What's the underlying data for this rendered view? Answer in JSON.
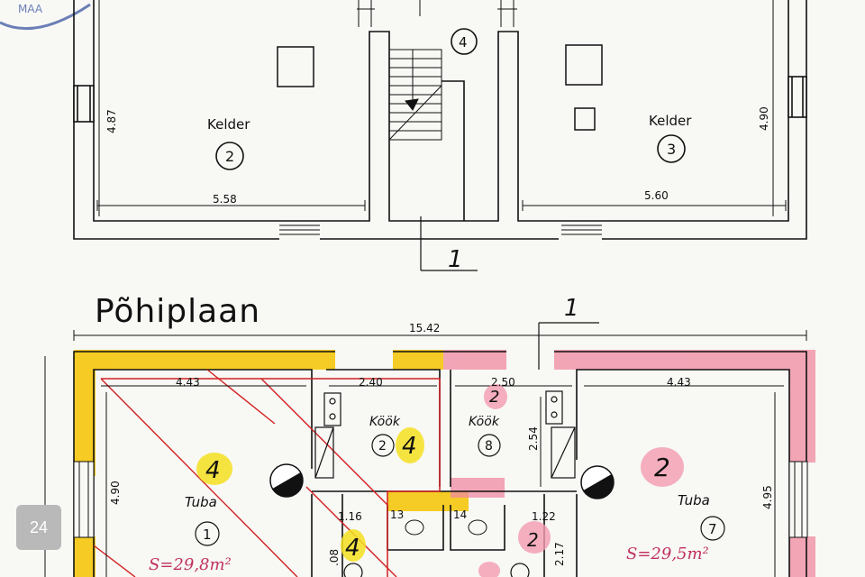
{
  "stamp_text": "MAA",
  "page_number": "24",
  "basement": {
    "room_left": {
      "name": "Kelder",
      "number": "2"
    },
    "room_right": {
      "name": "Kelder",
      "number": "3"
    },
    "stair_number": "4",
    "dim_left_height": "4.87",
    "dim_right_height": "4.90",
    "dim_left_width": "5.58",
    "dim_right_width": "5.60",
    "section_marker": "1"
  },
  "main_plan": {
    "title": "Põhiplaan",
    "section_marker": "1",
    "overall_width": "15.42",
    "dim_left_room": "4.43",
    "dim_kitchen_left": "2.40",
    "dim_kitchen_right": "2.50",
    "dim_right_room": "4.43",
    "dim_left_height": "4.90",
    "dim_right_height": "4.95",
    "dim_kitchen_depth": "2.54",
    "dim_small_1": "1.16",
    "dim_small_2": "1.22",
    "dim_small_3": "2.17",
    "dim_small_4": ".08",
    "left_room": {
      "name": "Tuba",
      "number": "1",
      "hand_number": "4",
      "area_note": "S=29,8m²"
    },
    "kitchen_left": {
      "name": "Köök",
      "number": "2",
      "hand_number": "4"
    },
    "kitchen_right": {
      "name": "Köök",
      "number": "8",
      "hand_number": "2"
    },
    "right_room": {
      "name": "Tuba",
      "number": "7",
      "hand_number": "2",
      "area_note": "S=29,5m²"
    },
    "closet_left": {
      "number": "13"
    },
    "closet_right": {
      "number": "14"
    },
    "hand_mark_lower_left": "4",
    "hand_mark_lower_right": "2"
  }
}
